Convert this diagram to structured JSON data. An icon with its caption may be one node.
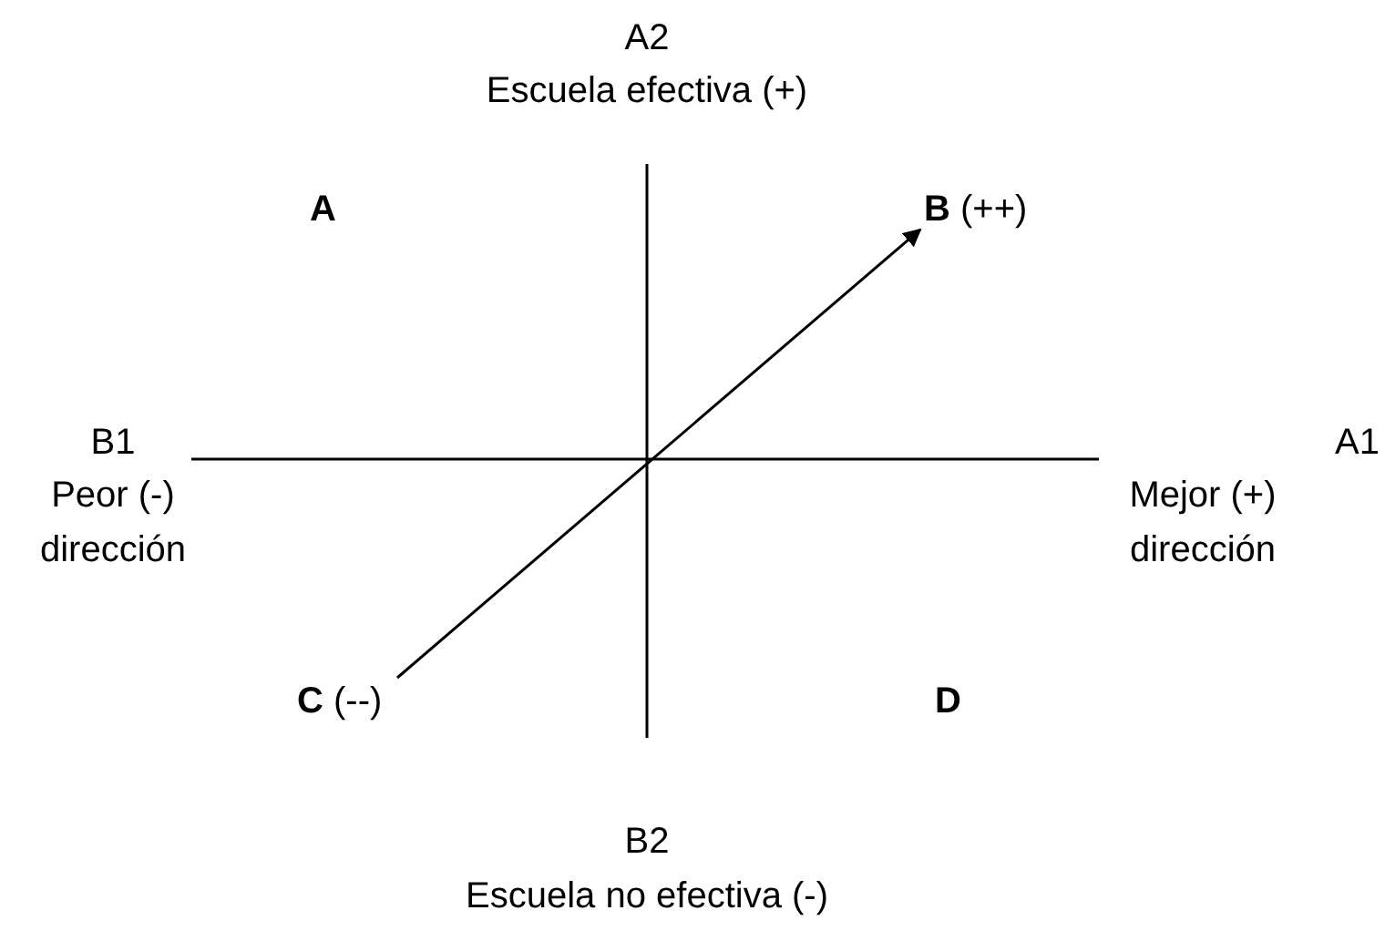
{
  "diagram": {
    "nodes": [
      {
        "text": [
          "**B** (++)"
        ]
      },
      {
        "text": [
          "**C** (--)"
        ]
      }
    ],
    "edges": [
      {
        "from": 1,
        "to": 0,
        "arrow": "to"
      }
    ],
    "labels": [
      "A2",
      "Escuela efectiva (+)",
      "A",
      "B1",
      "A1",
      "Peor (-) dirección",
      "Mejor (+) dirección",
      "D",
      "B2",
      "Escuela no efectiva (-)"
    ]
  }
}
